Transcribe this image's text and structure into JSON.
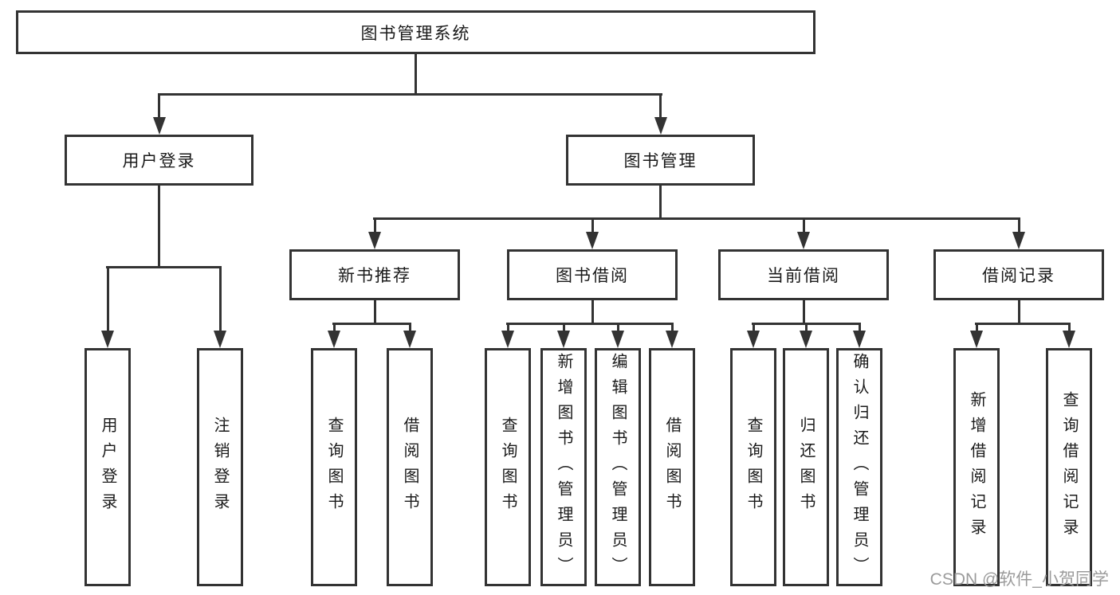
{
  "diagram": {
    "root": {
      "label": "图书管理系统"
    },
    "level2": [
      {
        "label": "用户登录"
      },
      {
        "label": "图书管理"
      }
    ],
    "level3": [
      {
        "label": "新书推荐"
      },
      {
        "label": "图书借阅"
      },
      {
        "label": "当前借阅"
      },
      {
        "label": "借阅记录"
      }
    ],
    "leaves": {
      "user_login": [
        "用户登录",
        "注销登录"
      ],
      "new_book_recommend": [
        "查询图书",
        "借阅图书"
      ],
      "book_borrow": [
        "查询图书",
        "新增图书（管理员）",
        "编辑图书（管理员）",
        "借阅图书"
      ],
      "current_borrow": [
        "查询图书",
        "归还图书",
        "确认归还（管理员）"
      ],
      "borrow_record": [
        "新增借阅记录",
        "查询借阅记录"
      ]
    }
  },
  "watermark": {
    "text": "CSDN @软件_小贺同学"
  },
  "colors": {
    "line": "#333333",
    "text": "#1a1a1a",
    "watermark": "#9b9b9b",
    "background": "#ffffff"
  }
}
